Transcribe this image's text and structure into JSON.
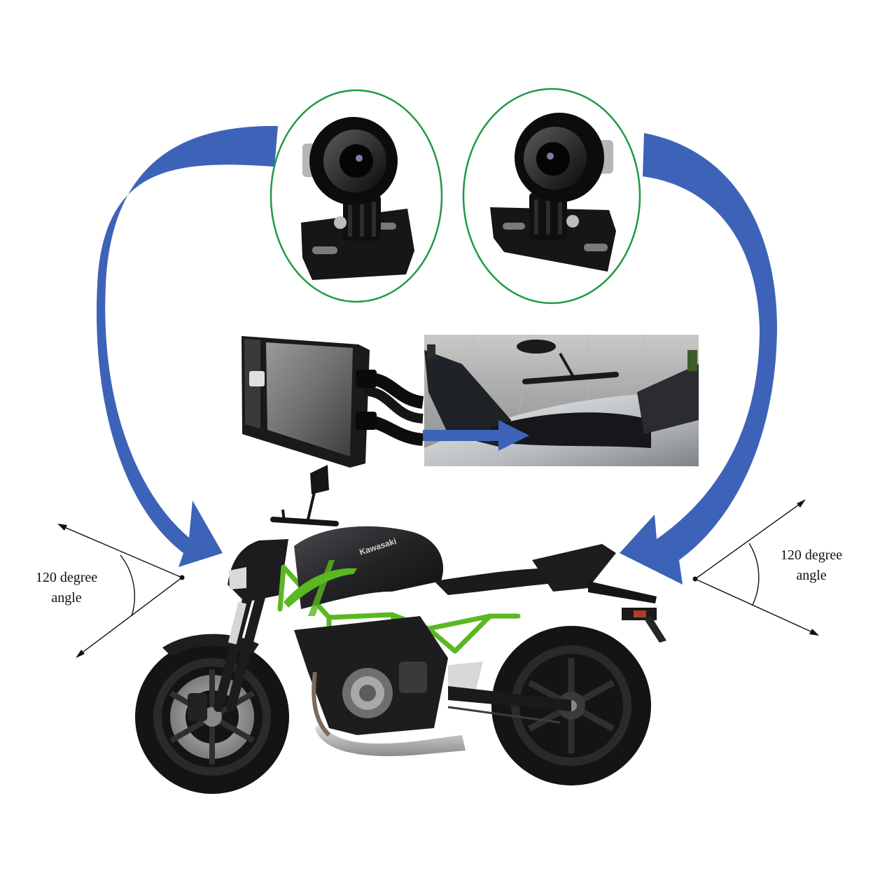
{
  "angle_left": {
    "line1": "120 degree",
    "line2": "angle"
  },
  "angle_right": {
    "line1": "120 degree",
    "line2": "angle"
  },
  "brand_text": "Kawasaki",
  "colors": {
    "arrow_blue": "#3d63b8",
    "circle_green": "#1f9a45",
    "bike_black": "#1c1c1e",
    "bike_green": "#5ab820",
    "wheel": "#141414"
  },
  "icons": [
    "camera-icon",
    "mount-bracket-icon",
    "dvr-screen-icon",
    "arrow-icon"
  ]
}
